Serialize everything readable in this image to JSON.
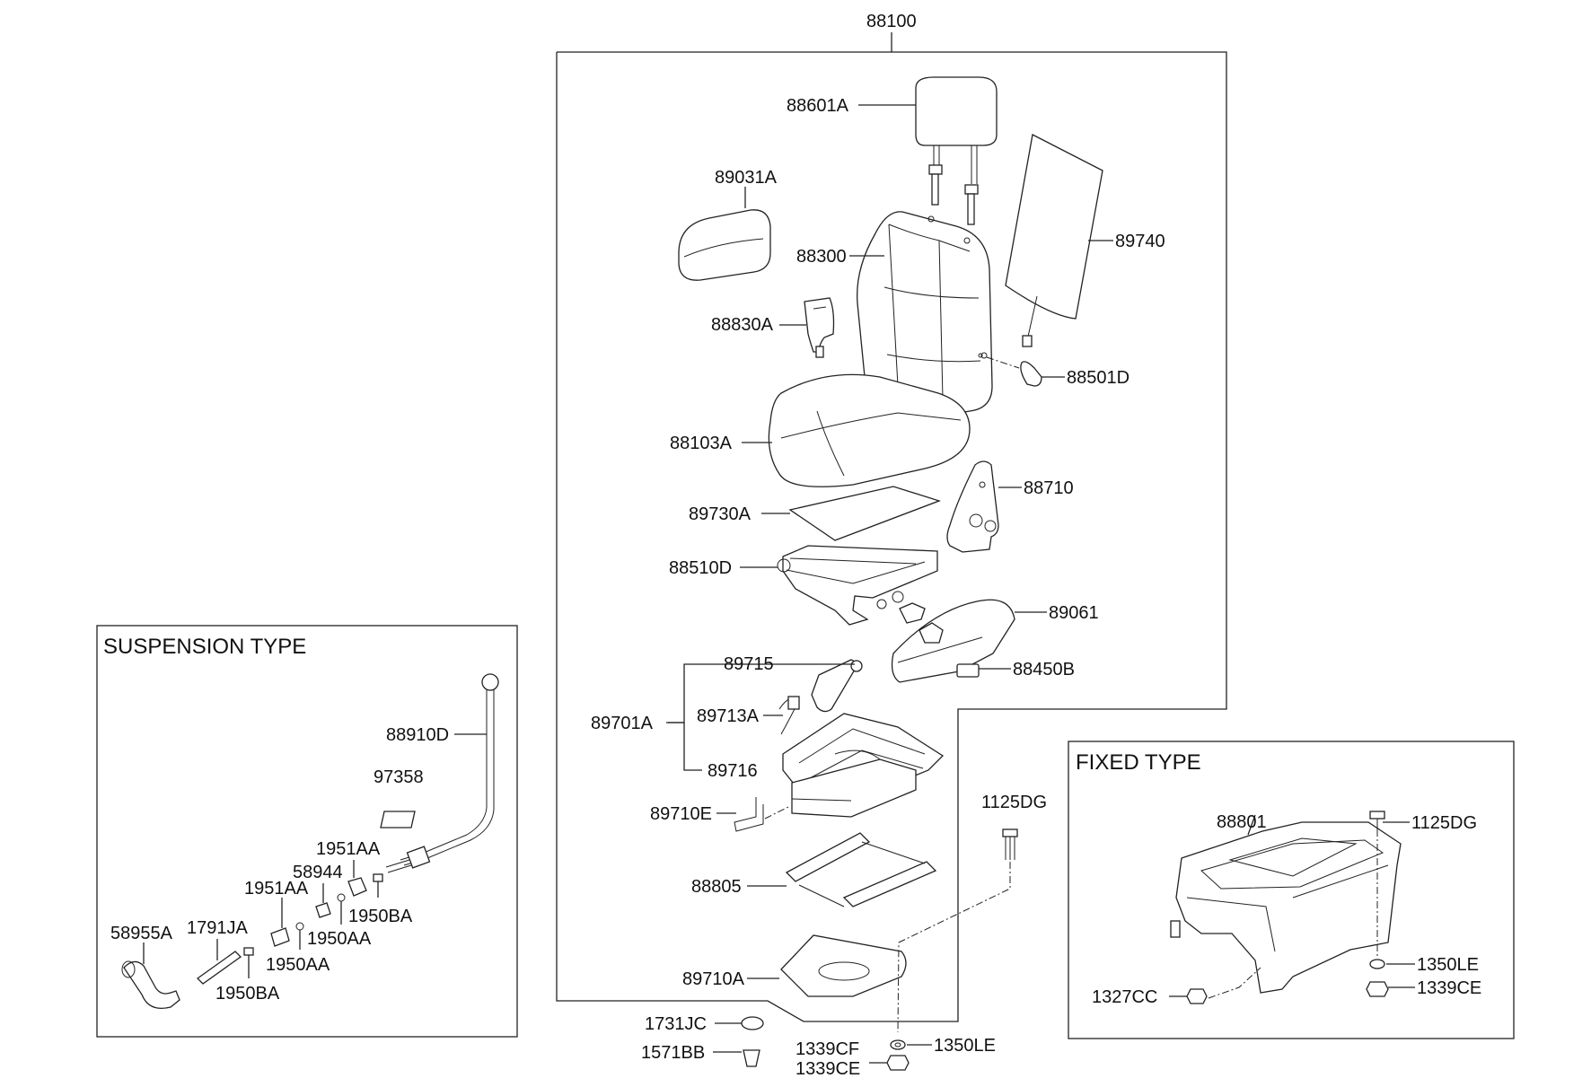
{
  "sections": {
    "suspension_title": "SUSPENSION TYPE",
    "fixed_title": "FIXED TYPE"
  },
  "labels": {
    "p88100": "88100",
    "p88601A": "88601A",
    "p89031A": "89031A",
    "p88300": "88300",
    "p89740": "89740",
    "p88830A": "88830A",
    "p88501D": "88501D",
    "p88103A": "88103A",
    "p88710": "88710",
    "p89730A": "89730A",
    "p88510D": "88510D",
    "p89061": "89061",
    "p89715": "89715",
    "p88450B": "88450B",
    "p89701A": "89701A",
    "p89713A": "89713A",
    "p89716": "89716",
    "p89710E": "89710E",
    "p1125DG_main": "1125DG",
    "p88805": "88805",
    "p89710A": "89710A",
    "p1731JC": "1731JC",
    "p1571BB": "1571BB",
    "p1339CF": "1339CF",
    "p1339CE_main": "1339CE",
    "p1350LE_main": "1350LE",
    "p88910D": "88910D",
    "p97358": "97358",
    "p1951AA_a": "1951AA",
    "p58944": "58944",
    "p1951AA_b": "1951AA",
    "p1950BA_a": "1950BA",
    "p58955A": "58955A",
    "p1791JA": "1791JA",
    "p1950AA_a": "1950AA",
    "p1950AA_b": "1950AA",
    "p1950BA_b": "1950BA",
    "p88801": "88801",
    "p1125DG_fixed": "1125DG",
    "p1350LE_fixed": "1350LE",
    "p1327CC": "1327CC",
    "p1339CE_fixed": "1339CE"
  }
}
